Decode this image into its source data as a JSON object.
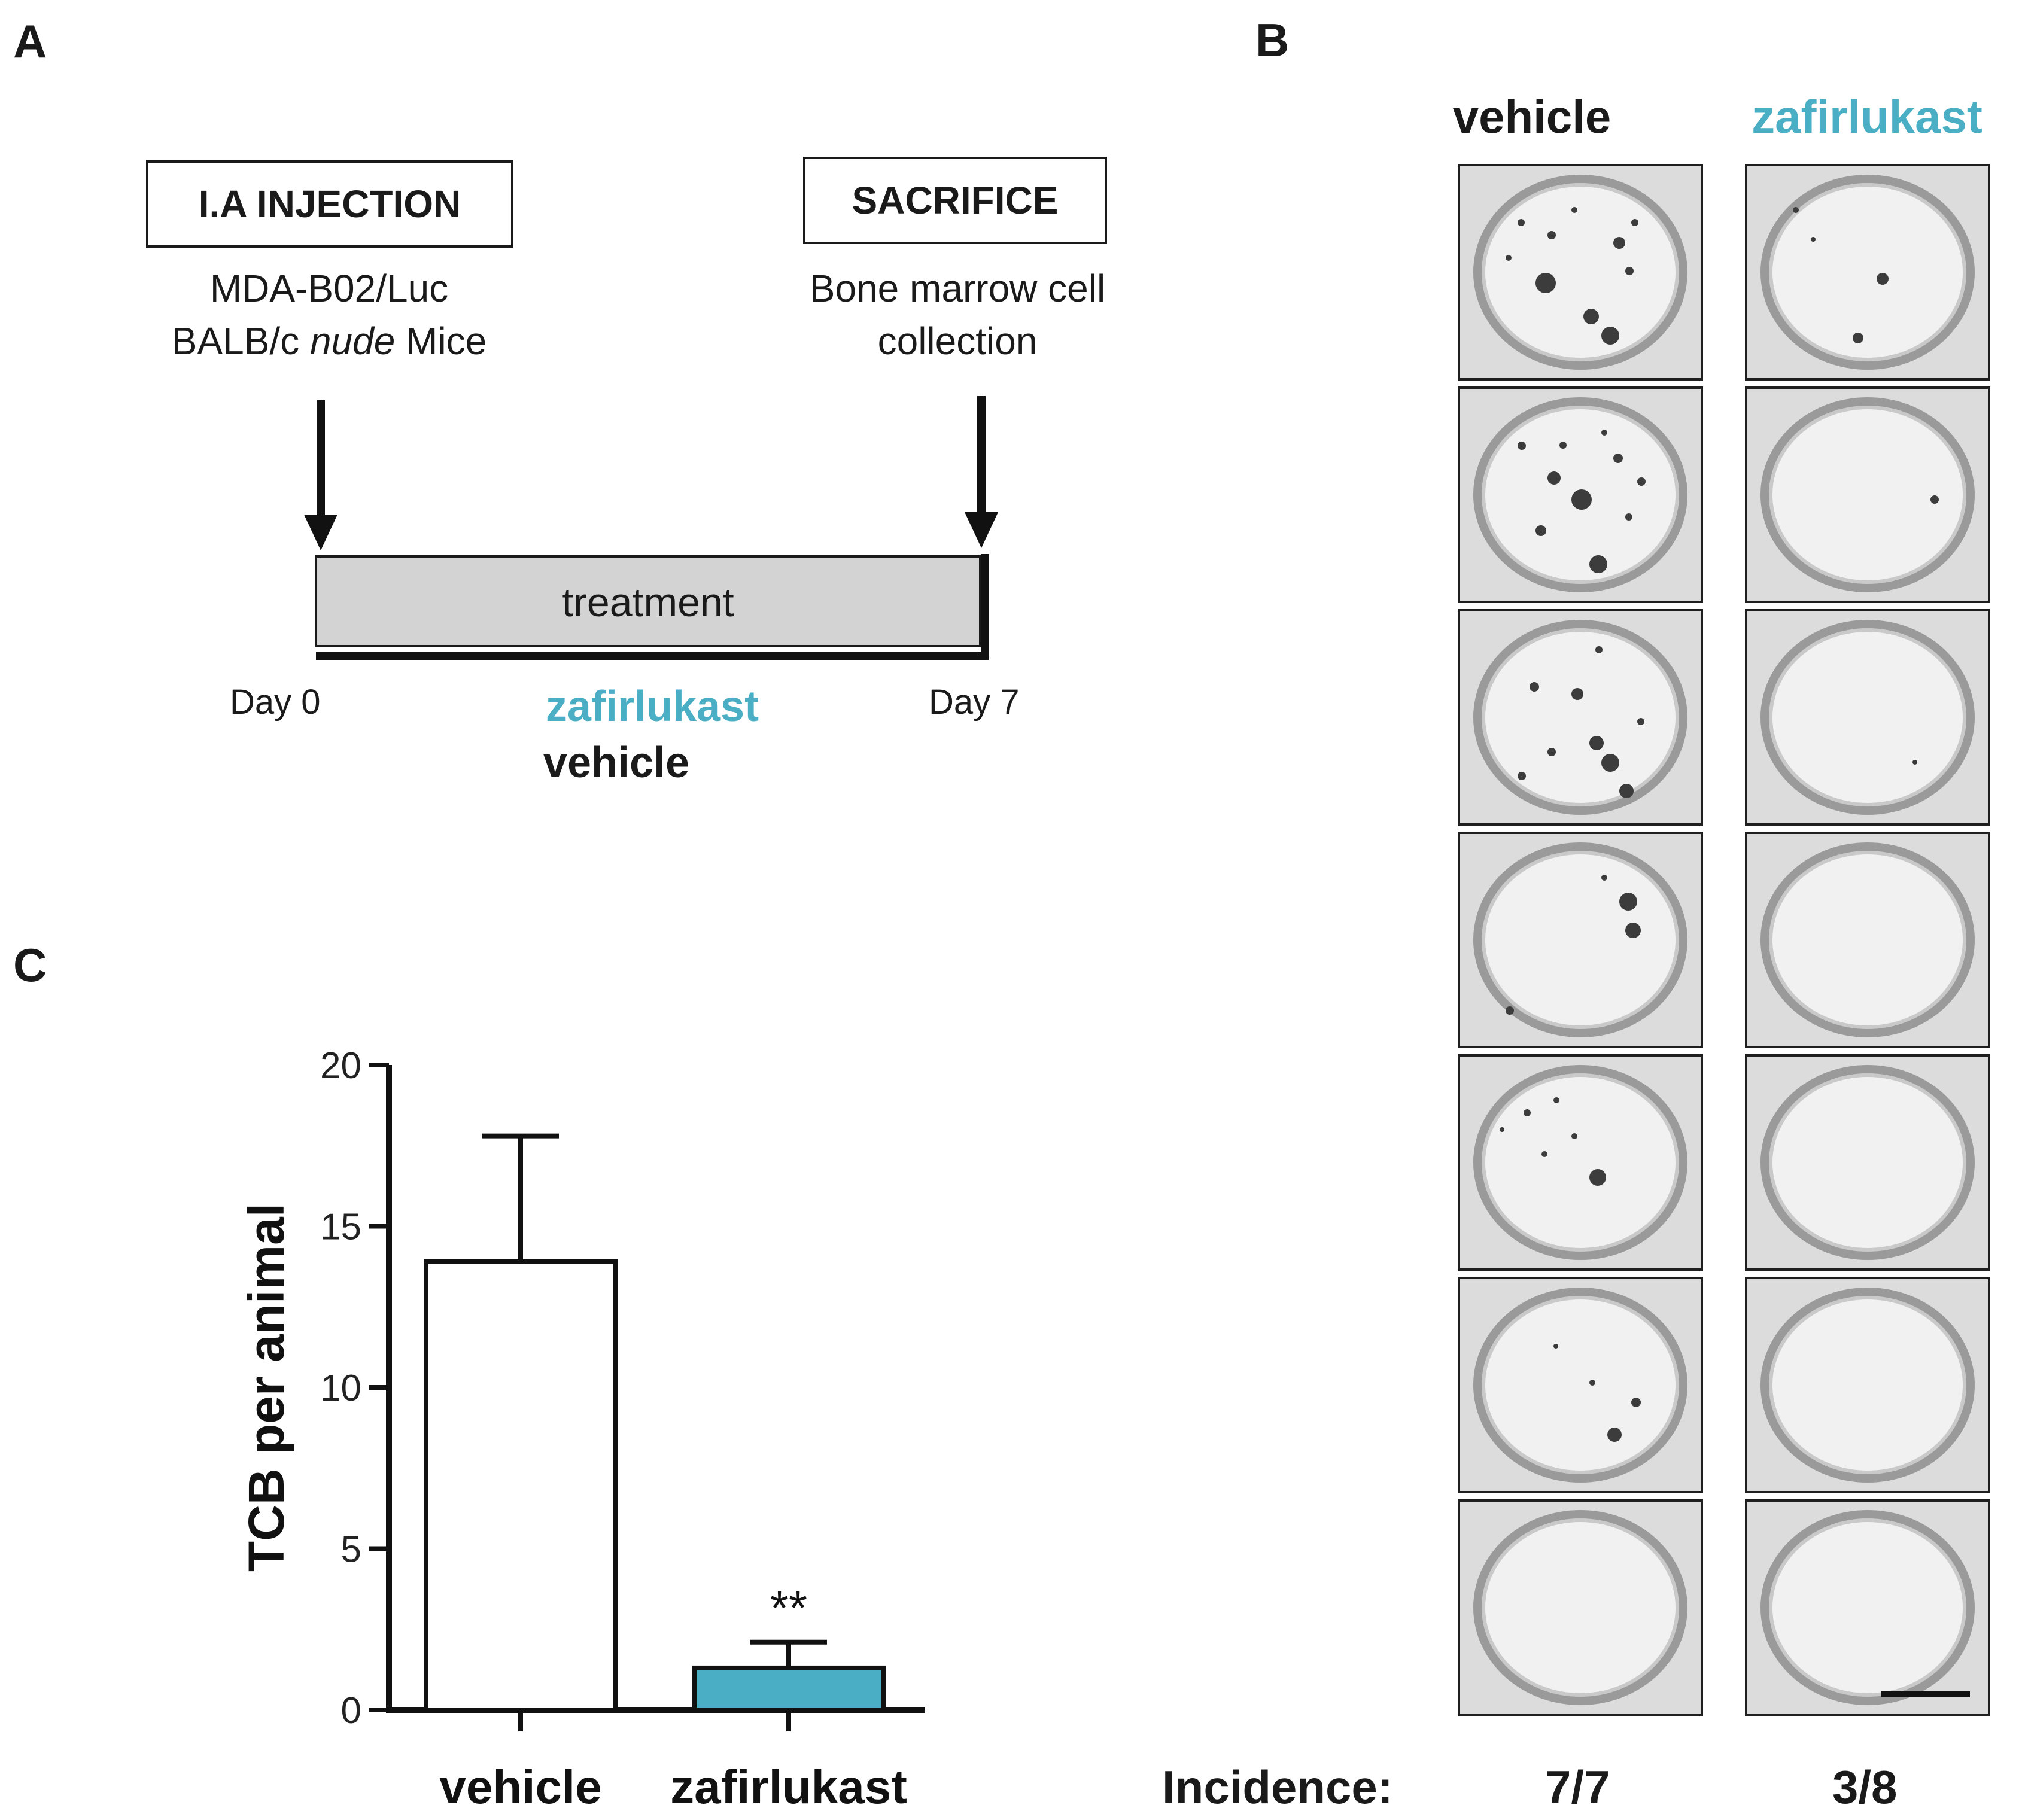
{
  "panels": {
    "a": "A",
    "b": "B",
    "c": "C"
  },
  "panel_a": {
    "injection_label": "I.A INJECTION",
    "sacrifice_label": "SACRIFICE",
    "injection_desc_line1": "MDA-B02/Luc",
    "injection_desc_line2_pre": "BALB/c ",
    "injection_desc_line2_italic": "nude",
    "injection_desc_line2_post": " Mice",
    "sacrifice_desc_line1": "Bone marrow cell",
    "sacrifice_desc_line2": "collection",
    "treatment_label": "treatment",
    "day_start": "Day 0",
    "day_end": "Day 7",
    "group_treated": "zafirlukast",
    "group_control": "vehicle"
  },
  "panel_b": {
    "column_vehicle": "vehicle",
    "column_zafirlukast": "zafirlukast",
    "incidence_label": "Incidence:",
    "incidence_vehicle": "7/7",
    "incidence_zafirlukast": "3/8"
  },
  "colors": {
    "teal": "#4aaec4",
    "white_bar": "#ffffff",
    "axis": "#1a1a1a"
  },
  "chart_data": {
    "type": "bar",
    "categories": [
      "vehicle",
      "zafirlukast"
    ],
    "values": [
      13.9,
      1.3
    ],
    "error_upper": [
      17.8,
      2.1
    ],
    "bar_colors": [
      "#ffffff",
      "#4aaec4"
    ],
    "ylabel": "TCB per animal",
    "ylim": [
      0,
      20
    ],
    "yticks": [
      "0",
      "5",
      "10",
      "15",
      "20"
    ],
    "annotation": {
      "category": "zafirlukast",
      "text": "**"
    }
  }
}
